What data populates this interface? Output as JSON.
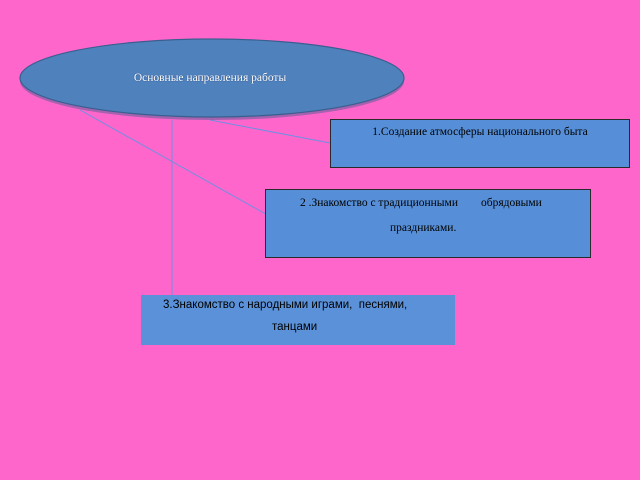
{
  "diagram": {
    "center": {
      "label": "Основные направления работы"
    },
    "items": [
      {
        "lines": [
          "1.Создание атмосферы национального быта"
        ]
      },
      {
        "lines": [
          "2 .Знакомство с традиционными        обрядовыми",
          "праздниками."
        ]
      },
      {
        "lines": [
          "3.Знакомство с народными играми,  песнями,",
          "танцами"
        ]
      }
    ]
  },
  "colors": {
    "background": "#ff66cc",
    "ellipse_fill": "#4f81bd",
    "box_fill": "#568fd7",
    "connector": "#6f8fe0"
  }
}
